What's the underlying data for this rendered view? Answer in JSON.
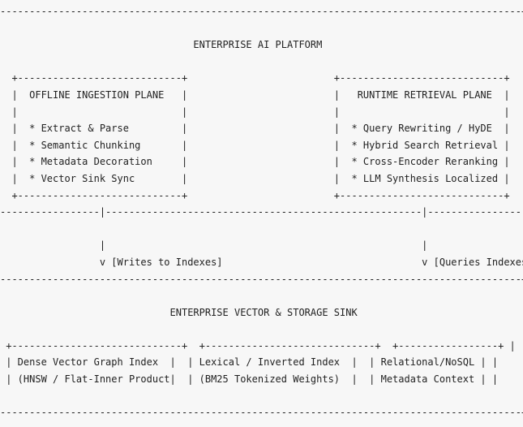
{
  "lines": [
    "-----------------------------------------------------------------------------------------+",
    "",
    "                                 ENTERPRISE AI PLATFORM                                  |",
    "                                                                                         |",
    "  +----------------------------+                         +----------------------------+  |",
    "  |  OFFLINE INGESTION PLANE   |                         |   RUNTIME RETRIEVAL PLANE  |  |",
    "  |                            |                         |                            |  |",
    "  |  * Extract & Parse         |                         |  * Query Rewriting / HyDE  |  |",
    "  |  * Semantic Chunking       |                         |  * Hybrid Search Retrieval |  |",
    "  |  * Metadata Decoration     |                         |  * Cross-Encoder Reranking |  |",
    "  |  * Vector Sink Sync        |                         |  * LLM Synthesis Localized |  |",
    "  +----------------------------+                         +----------------------------+  |",
    "-----------------|------------------------------------------------------|-----------------+",
    "",
    "                 |                                                      |",
    "                 v [Writes to Indexes]                                  v [Queries Indexes]",
    "-----------------------------------------------------------------------------------------+",
    "",
    "                             ENTERPRISE VECTOR & STORAGE SINK                            |",
    "                                                                                         |",
    " +-----------------------------+  +-----------------------------+  +-----------------+ |",
    " | Dense Vector Graph Index  |  | Lexical / Inverted Index  |  | Relational/NoSQL | |",
    " | (HNSW / Flat-Inner Product|  | (BM25 Tokenized Weights)  |  | Metadata Context | |",
    "",
    "-----------------------------------------------------------------------------------------+"
  ]
}
